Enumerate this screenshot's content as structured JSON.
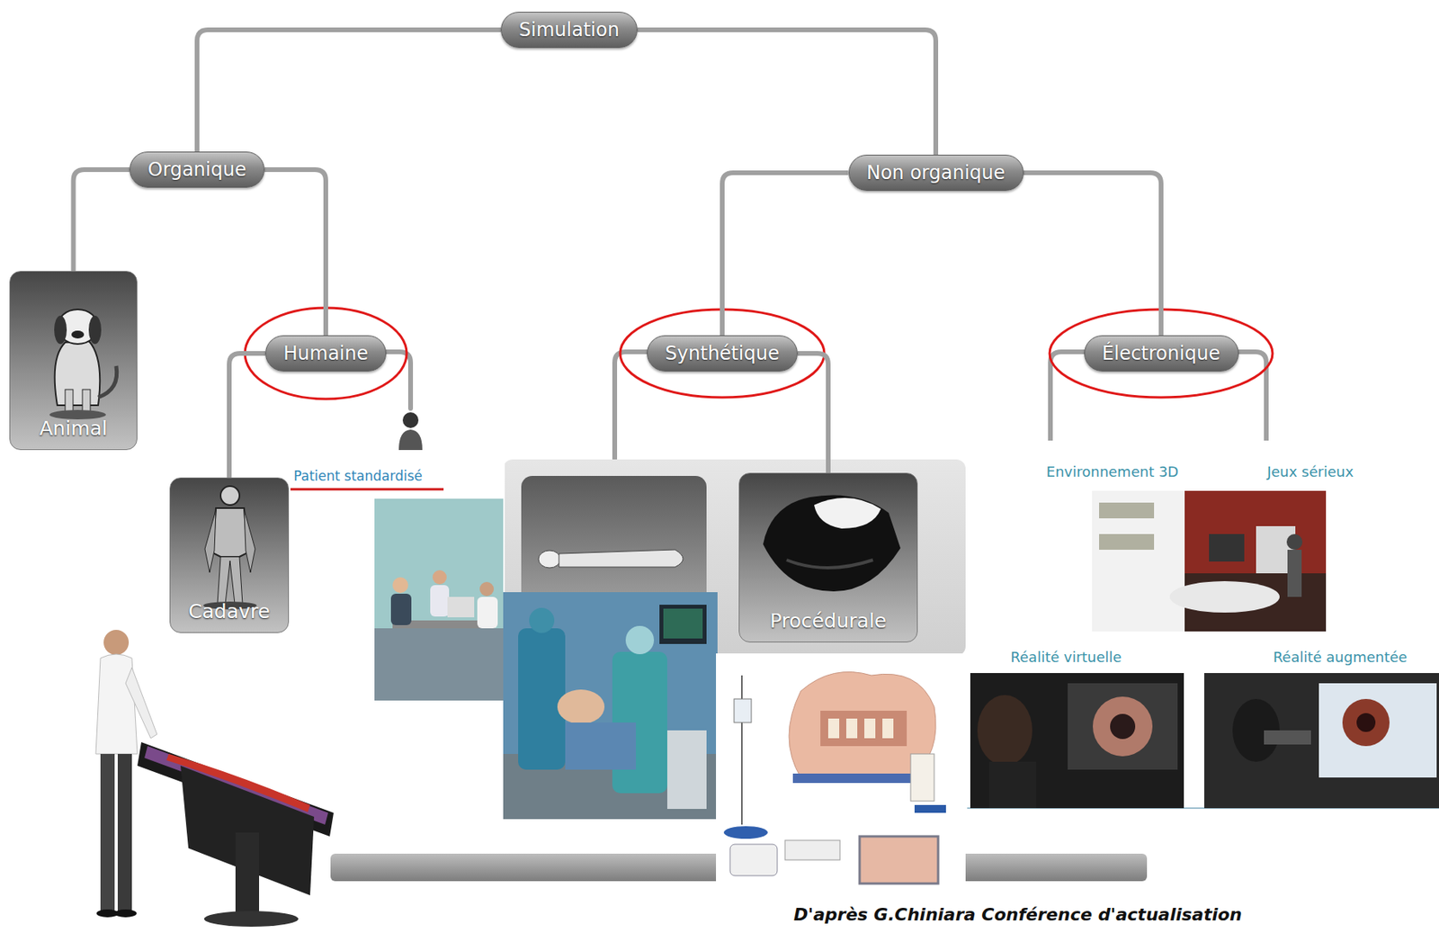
{
  "diagram": {
    "caption": "D'après G.Chiniara Conférence d'actualisation",
    "nodes": [
      {
        "text": [
          "Simulation"
        ]
      },
      {
        "text": [
          "Organique"
        ]
      },
      {
        "text": [
          "Non organique"
        ]
      },
      {
        "text": [
          "Animal"
        ]
      },
      {
        "text": [
          "Humaine"
        ]
      },
      {
        "text": [
          "Synthétique"
        ]
      },
      {
        "text": [
          "Électronique"
        ]
      },
      {
        "text": [
          "Cadavre"
        ]
      },
      {
        "text": [
          "Procédurale"
        ]
      }
    ],
    "edges": [
      {
        "from": 0,
        "to": 1,
        "arrow": "none"
      },
      {
        "from": 0,
        "to": 2,
        "arrow": "none"
      },
      {
        "from": 1,
        "to": 3,
        "arrow": "none"
      },
      {
        "from": 1,
        "to": 4,
        "arrow": "none"
      },
      {
        "from": 2,
        "to": 5,
        "arrow": "none"
      },
      {
        "from": 2,
        "to": 6,
        "arrow": "none"
      },
      {
        "from": 4,
        "to": 7,
        "arrow": "none"
      },
      {
        "from": 5,
        "to": 8,
        "arrow": "none"
      }
    ],
    "labels": [
      "Patient standardisé",
      "Environnement 3D",
      "Jeux sérieux",
      "Réalité virtuelle",
      "Réalité augmentée"
    ]
  }
}
